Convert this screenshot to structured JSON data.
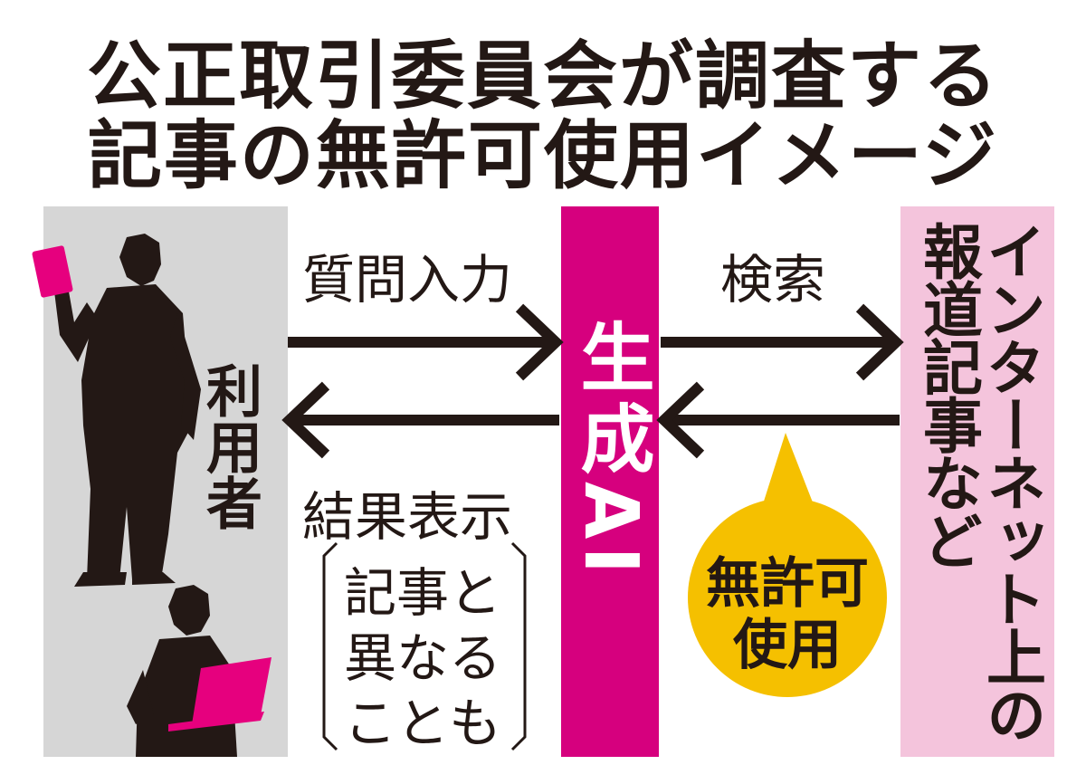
{
  "title": {
    "line1": "公正取引委員会が調査する",
    "line2": "記事の無許可使用イメージ"
  },
  "user": {
    "label": "利用者"
  },
  "ai": {
    "label": "生成AI"
  },
  "source": {
    "label": "インターネット上の報道記事など"
  },
  "arrows": {
    "question": "質問入力",
    "result": "結果表示",
    "search": "検索"
  },
  "note": {
    "line1": "記事と",
    "line2": "異なる",
    "line3": "ことも"
  },
  "bubble": {
    "line1": "無許可",
    "line2": "使用"
  },
  "colors": {
    "accent": "#d6007e",
    "user_panel": "#d6d6d6",
    "source_panel": "#f4c4dc",
    "bubble": "#f5c000",
    "ink": "#231815"
  }
}
